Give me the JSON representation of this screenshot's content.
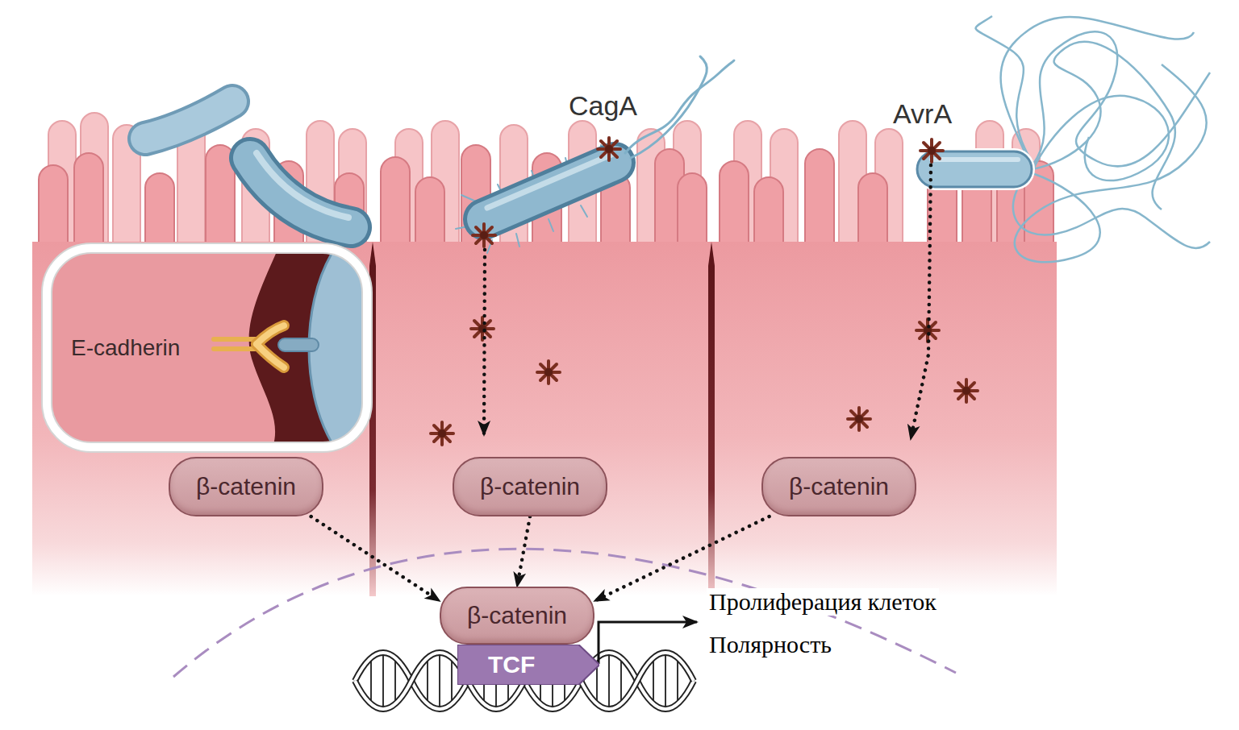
{
  "diagram": {
    "nodes": [
      {
        "text": [
          "E-cadherin"
        ]
      },
      {
        "text": [
          "β-catenin"
        ]
      },
      {
        "text": [
          "β-catenin"
        ]
      },
      {
        "text": [
          "β-catenin"
        ]
      },
      {
        "text": [
          "β-catenin"
        ]
      },
      {
        "text": [
          "TCF"
        ]
      }
    ],
    "edges": [
      {
        "from": 1,
        "to": 4,
        "arrow": "to"
      },
      {
        "from": 2,
        "to": 4,
        "arrow": "to"
      },
      {
        "from": 3,
        "to": 4,
        "arrow": "to"
      }
    ],
    "labels": [
      "CagA",
      "AvrA",
      "Пролиферация клеток",
      "Полярность"
    ]
  }
}
